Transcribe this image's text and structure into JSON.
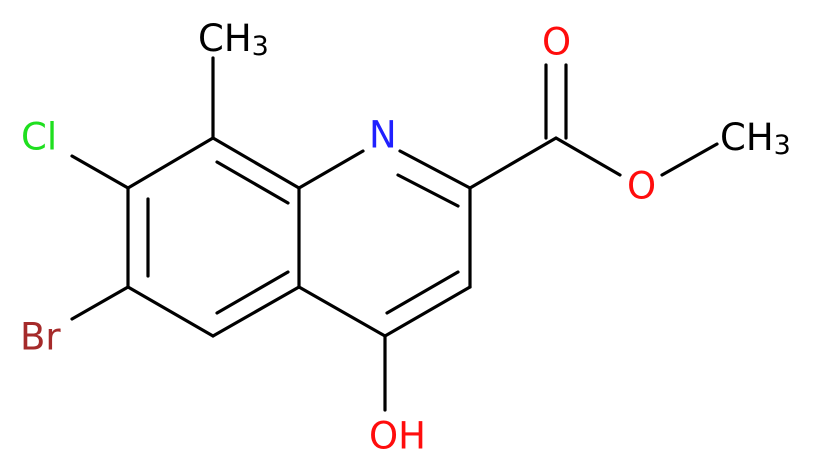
{
  "molecule": {
    "atoms": {
      "ch3_top": {
        "text": "CH",
        "sub": "3",
        "color": "#000000"
      },
      "cl": {
        "text": "Cl",
        "color": "#1FDF1F"
      },
      "br": {
        "text": "Br",
        "color": "#A52A2A"
      },
      "n": {
        "text": "N",
        "color": "#2020FF"
      },
      "oh": {
        "text": "OH",
        "color": "#FF0D0D"
      },
      "o_carbonyl": {
        "text": "O",
        "color": "#FF0D0D"
      },
      "o_ester": {
        "text": "O",
        "color": "#FF0D0D"
      },
      "ch3_ester": {
        "text": "CH",
        "sub": "3",
        "color": "#000000"
      }
    }
  }
}
